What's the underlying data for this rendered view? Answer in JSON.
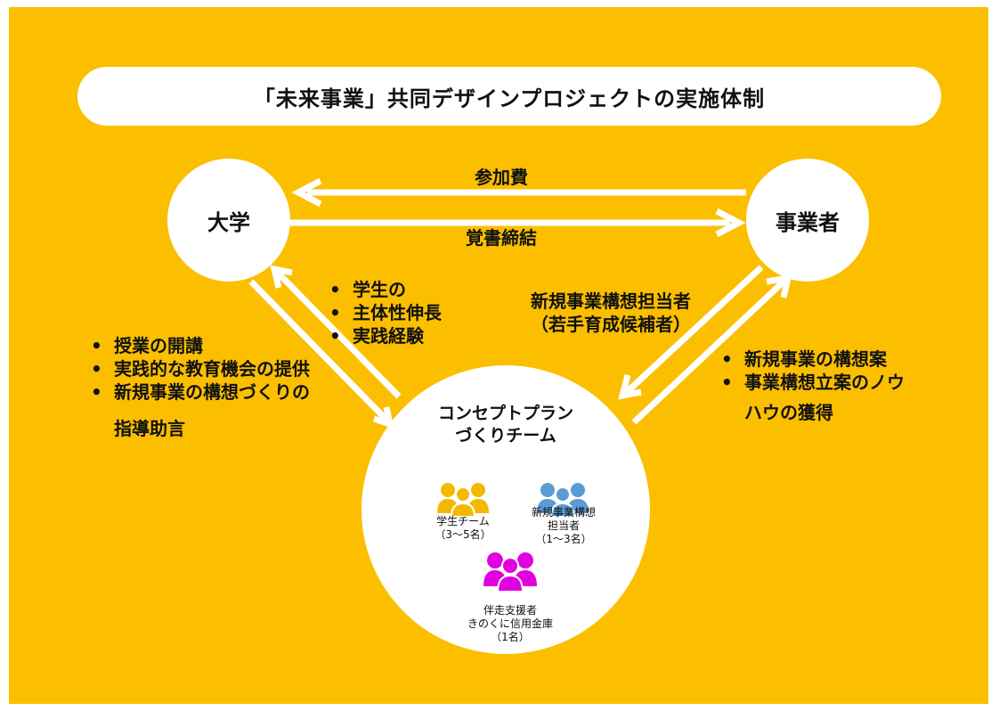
{
  "title": "「未来事業」共同デザインプロジェクトの実施体制",
  "nodes": {
    "university": "大学",
    "business": "事業者",
    "team_line1": "コンセプトプラン",
    "team_line2": "づくりチーム"
  },
  "links": {
    "top_to_univ": "参加費",
    "univ_to_biz": "覚書締結"
  },
  "univ_to_team": [
    "授業の開講",
    "実践的な教育機会の提供",
    "新規事業の構想づくりの",
    "指導助言"
  ],
  "team_to_univ": [
    "学生の",
    "主体性伸長",
    "実践経験"
  ],
  "biz_to_team": [
    "新規事業構想担当者",
    "（若手育成候補者）"
  ],
  "team_to_biz": [
    "新規事業の構想案",
    "事業構想立案のノウ",
    "ハウの獲得"
  ],
  "members": {
    "students": {
      "line1": "学生チーム",
      "line2": "（3～5名）",
      "icon": "people-group-icon",
      "color": "#F5B800"
    },
    "planners": {
      "line1": "新規事業構想",
      "line2": "担当者",
      "line3": "（1～3名）",
      "icon": "people-group-icon",
      "color": "#5B9BD5"
    },
    "supporter": {
      "line1": "伴走支援者",
      "line2": "きのくに信用金庫",
      "line3": "（1名）",
      "icon": "people-group-icon",
      "color": "#E000E0"
    }
  },
  "colors": {
    "background": "#FBBF00",
    "panel": "#FFFFFF",
    "text": "#111111"
  }
}
